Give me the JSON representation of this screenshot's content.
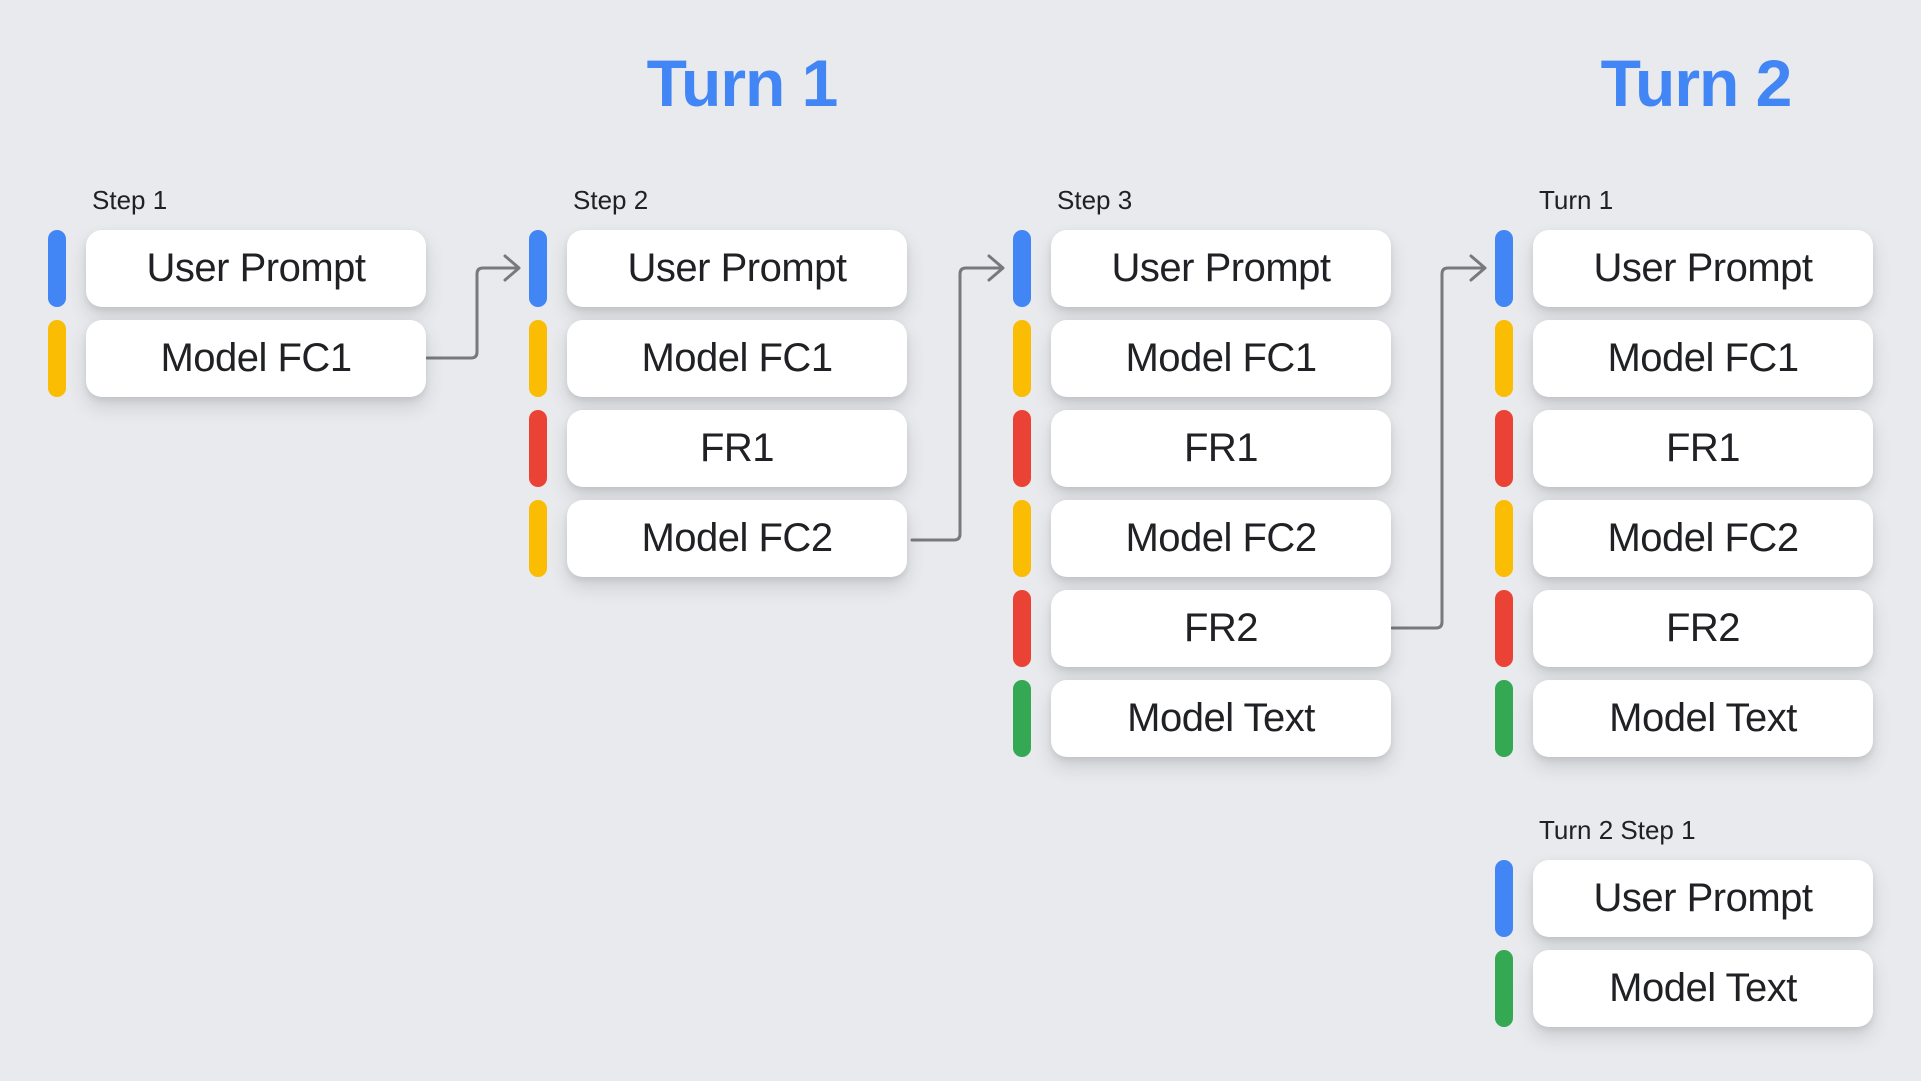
{
  "palette": {
    "background": "#E8EAED",
    "card_bg": "#FFFFFF",
    "text": "#202124",
    "header_blue": "#4285F4",
    "arrow_gray": "#77797C",
    "bar_colors": {
      "blue": "#4285F4",
      "yellow": "#FBBC04",
      "red": "#EA4335",
      "green": "#34A853"
    }
  },
  "headers": [
    {
      "label": "Turn 1"
    },
    {
      "label": "Turn 2"
    }
  ],
  "columns": [
    {
      "label": "Step 1",
      "items": [
        {
          "label": "User Prompt",
          "bar": "blue"
        },
        {
          "label": "Model FC1",
          "bar": "yellow"
        }
      ]
    },
    {
      "label": "Step 2",
      "items": [
        {
          "label": "User Prompt",
          "bar": "blue"
        },
        {
          "label": "Model FC1",
          "bar": "yellow"
        },
        {
          "label": "FR1",
          "bar": "red"
        },
        {
          "label": "Model FC2",
          "bar": "yellow"
        }
      ]
    },
    {
      "label": "Step 3",
      "items": [
        {
          "label": "User Prompt",
          "bar": "blue"
        },
        {
          "label": "Model FC1",
          "bar": "yellow"
        },
        {
          "label": "FR1",
          "bar": "red"
        },
        {
          "label": "Model FC2",
          "bar": "yellow"
        },
        {
          "label": "FR2",
          "bar": "red"
        },
        {
          "label": "Model Text",
          "bar": "green"
        }
      ]
    },
    {
      "label": "Turn 1",
      "items": [
        {
          "label": "User Prompt",
          "bar": "blue"
        },
        {
          "label": "Model FC1",
          "bar": "yellow"
        },
        {
          "label": "FR1",
          "bar": "red"
        },
        {
          "label": "Model FC2",
          "bar": "yellow"
        },
        {
          "label": "FR2",
          "bar": "red"
        },
        {
          "label": "Model Text",
          "bar": "green"
        }
      ]
    },
    {
      "label": "Turn 2 Step 1",
      "items": [
        {
          "label": "User Prompt",
          "bar": "blue"
        },
        {
          "label": "Model Text",
          "bar": "green"
        }
      ]
    }
  ],
  "arrows": [
    {
      "from": "Step 1 / Model FC1",
      "to": "Step 2 / User Prompt"
    },
    {
      "from": "Step 2 / Model FC2",
      "to": "Step 3 / User Prompt"
    },
    {
      "from": "Step 3 / FR2",
      "to": "Turn 1 / User Prompt"
    }
  ]
}
